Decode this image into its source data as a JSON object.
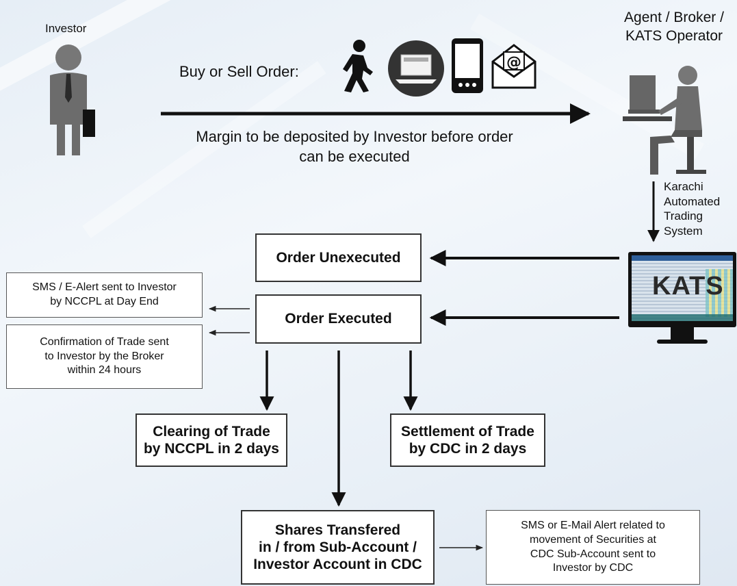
{
  "actors": {
    "investor": "Investor",
    "agent": "Agent / Broker /\nKATS Operator"
  },
  "order_flow": {
    "buy_sell_label": "Buy or Sell Order:",
    "channels": [
      "walk-in-icon",
      "laptop-web-icon",
      "mobile-phone-icon",
      "email-icon"
    ],
    "margin_note": "Margin to be deposited by Investor before order\ncan be executed"
  },
  "kats": {
    "system_label": "Karachi\nAutomated\nTrading\nSystem",
    "screen_text": "KATS"
  },
  "boxes": {
    "order_unexecuted": "Order Unexecuted",
    "order_executed": "Order Executed",
    "clearing": "Clearing of Trade\nby NCCPL in 2 days",
    "settlement": "Settlement of Trade\nby CDC  in 2 days",
    "shares_transferred": "Shares Transfered\nin / from Sub-Account /\nInvestor Account in CDC"
  },
  "notes": {
    "sms_alert": "SMS / E-Alert  sent to Investor\nby NCCPL at Day End",
    "confirmation": "Confirmation of Trade sent\nto Investor by the Broker\nwithin 24 hours",
    "cdc_alert": "SMS or E-Mail Alert related to\nmovement of Securities at\nCDC Sub-Account sent to\nInvestor by CDC"
  }
}
